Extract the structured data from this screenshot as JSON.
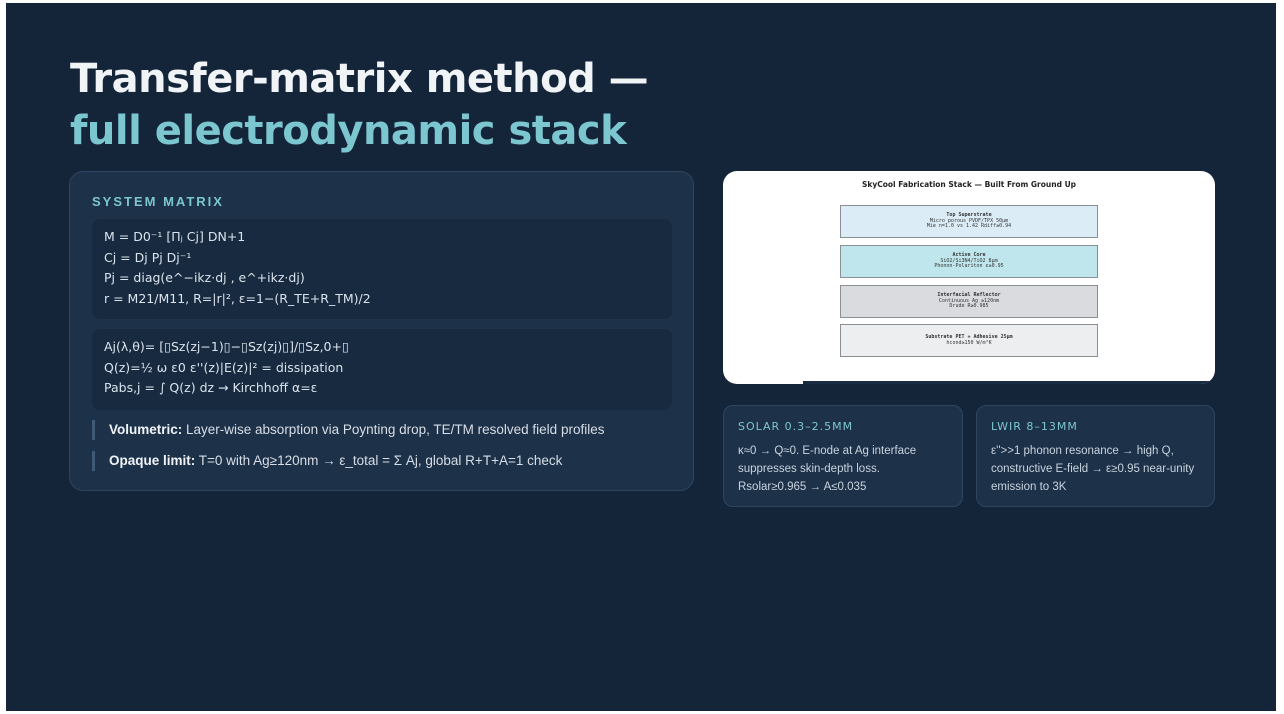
{
  "title": {
    "line1": "Transfer-matrix method —",
    "line2": "full electrodynamic stack"
  },
  "matrix_panel": {
    "heading": "SYSTEM MATRIX",
    "block_a": [
      "M = D0⁻¹ [Πⱼ Cj] DN+1",
      "Cj = Dj Pj Dj⁻¹",
      "Pj = diag(e^−ikz·dj , e^+ikz·dj)",
      "r = M21/M11, R=|r|²,  ε=1−(R_TE+R_TM)/2"
    ],
    "block_b": [
      "Aj(λ,θ)= [▯Sz(zj−1)▯−▯Sz(zj)▯]/▯Sz,0+▯",
      "Q(z)=½ ω ε0 ε''(z)|E(z)|² = dissipation",
      "Pabs,j = ∫ Q(z) dz  →  Kirchhoff α=ε"
    ],
    "notes": [
      {
        "label": "Volumetric:",
        "text": " Layer-wise absorption via Poynting drop, TE/TM resolved field profiles"
      },
      {
        "label": "Opaque limit:",
        "text": " T=0 with Ag≥120nm → ε_total = Σ Aj, global R+T+A=1 check"
      }
    ]
  },
  "figure": {
    "title": "SkyCool Fabrication Stack — Built From Ground Up",
    "layers": [
      {
        "name": "Top Superstrate",
        "line2": "Micro porous PVDF/TPX 50μm",
        "line3": "Mie n=1.0 vs 1.42 Rdiff≥0.94",
        "color": "#dbecf7"
      },
      {
        "name": "Active Core",
        "line2": "SiO2/Si3N4/TiO2 8μm",
        "line3": "Phonon-Polariton ε≥0.95",
        "color": "#bfe6ec"
      },
      {
        "name": "Interfacial Reflector",
        "line2": "Continuous Ag ≥120nm",
        "line3": "Drude R≥0.985",
        "color": "#d9dbde"
      },
      {
        "name": "Substrate PET + Adhesive 25μm",
        "line2": "hcond≥150 W/m²K",
        "line3": "",
        "color": "#eceef0"
      }
    ]
  },
  "cards": {
    "solar": {
      "heading": "SOLAR 0.3–2.5MM",
      "text": "κ≈0 → Q≈0. E-node at Ag interface suppresses skin-depth loss. Rsolar≥0.965 → A≤0.035"
    },
    "lwir": {
      "heading": "LWIR 8–13MM",
      "text": "ε''>>1 phonon resonance → high Q, constructive E-field → ε≥0.95 near-unity emission to 3K"
    }
  },
  "colors": {
    "background": "#14253a",
    "panel": "#1d3149",
    "accent": "#7cc6cf",
    "title": "#f1f4f7"
  }
}
